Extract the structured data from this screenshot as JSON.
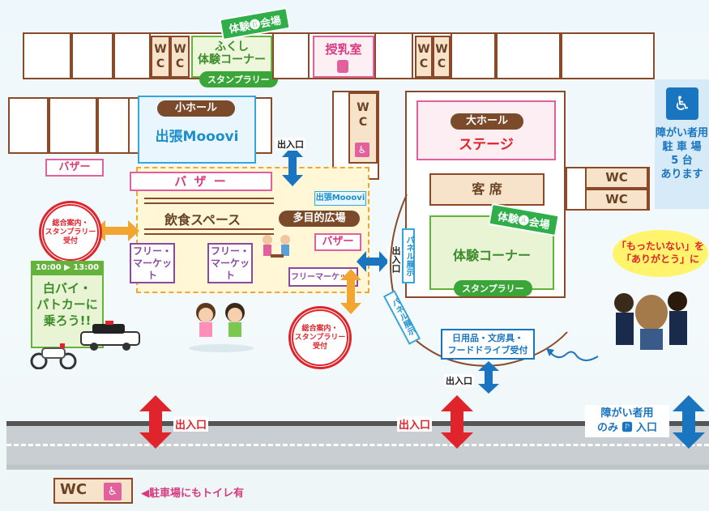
{
  "rooms": {
    "fukushi_label": "ふくし\n体験コーナー",
    "fukushi_flag": "体験🅑会場",
    "stamp_rally": "スタンプラリー",
    "nursing_room": "授乳室",
    "small_hall_title": "小ホール",
    "small_hall_body": "出張Mooovi",
    "large_hall_title": "大ホール",
    "large_hall_body": "ステージ",
    "seats": "客 席",
    "experience_corner": "体験コーナー",
    "experience_flag": "体験🅐会場",
    "dining_space": "飲食スペース",
    "multi_plaza": "多目的広場",
    "mooovi_small": "出張Mooovi",
    "bazaar_wide": "バ ザ ー",
    "bazaar": "バザー",
    "bazaar_left": "バザー",
    "flea_1": "フリー・\nマーケット",
    "flea_2": "フリー・\nマーケット",
    "flea_3": "フリーマーケット",
    "panel_1": "パネル展示",
    "panel_2": "パネル展示",
    "daily_goods": "日用品・文房具・\nフードドライブ受付"
  },
  "wc": {
    "w": "W",
    "c": "C",
    "wc": "WC"
  },
  "info_desk": "総合案内・\nスタンプラリー\n受付",
  "police": {
    "time": "10:00 ▶ 13:00",
    "body": "白バイ・\nパトカーに\n乗ろう!!"
  },
  "accessible_parking": {
    "body": "障がい者用\n駐 車 場\n5 台\nあります"
  },
  "mottainai": "「もったいない」を\n「ありがとう」に",
  "entrance": "出入口",
  "road": {
    "entrance": "出入口",
    "accessible_only": "障がい者用\nのみ 🅿 入口"
  },
  "legend": {
    "wc": "WC",
    "note": "◀駐車場にもトイレ有"
  },
  "colors": {
    "wall": "#8a4a2a",
    "pink": "#e2609b",
    "green": "#64b43c",
    "blue": "#1a75c0",
    "red": "#e0242c",
    "orange": "#f2a531"
  },
  "icons": [
    "wheelchair-icon",
    "bottle-icon",
    "stamp-icon",
    "bike-icon",
    "police-car-icon",
    "mascot-icon"
  ]
}
